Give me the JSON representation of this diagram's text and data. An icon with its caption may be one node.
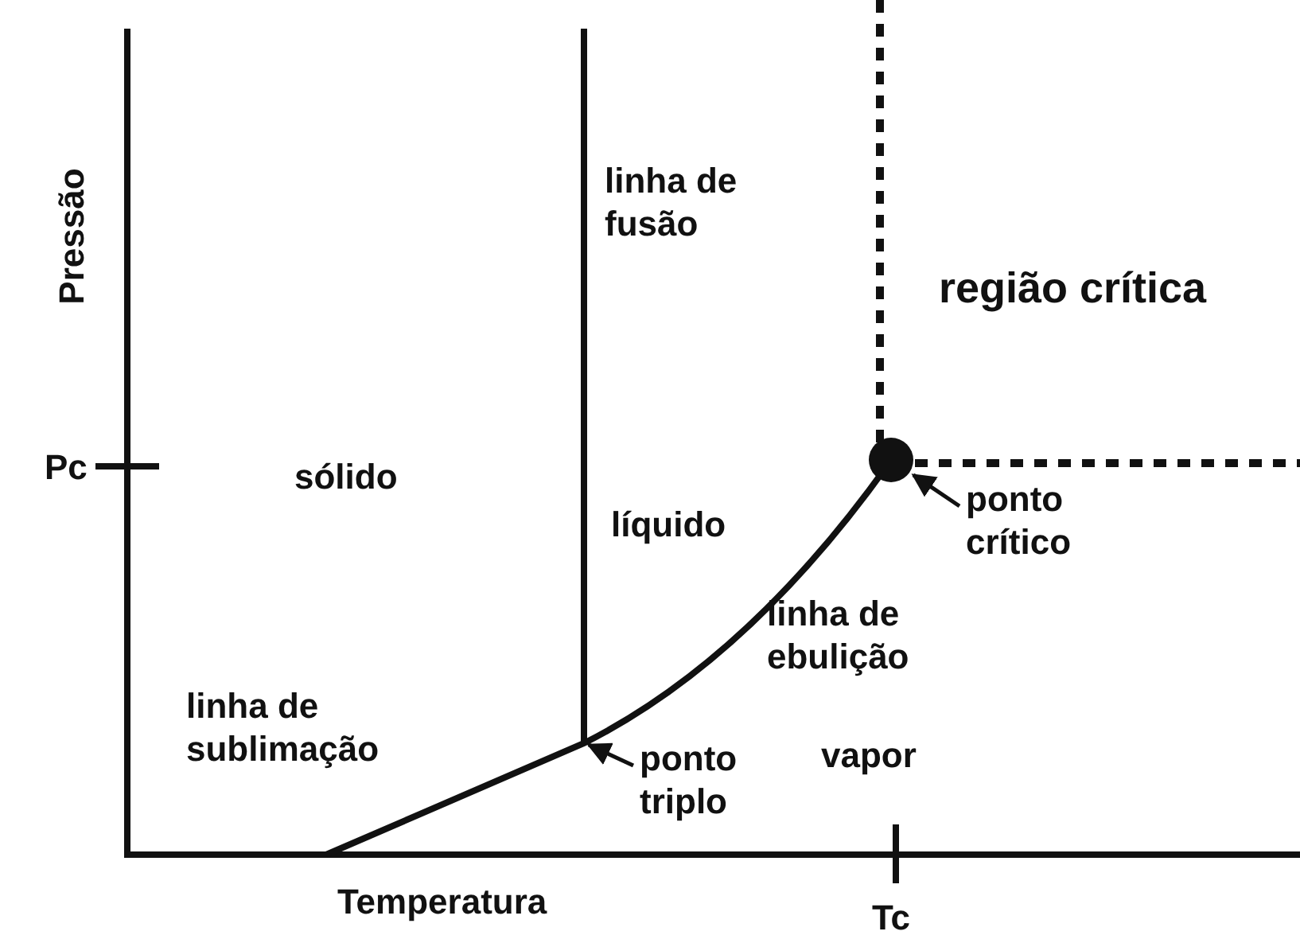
{
  "diagram": {
    "nodes": [
      {
        "text": [
          "ponto triplo"
        ]
      },
      {
        "text": [
          "ponto crítico"
        ]
      },
      {
        "text": [],
        "shape": "circle"
      }
    ],
    "edges": [
      {
        "from": 0,
        "to": null,
        "arrow": "to"
      },
      {
        "from": 1,
        "to": 2,
        "arrow": "to"
      }
    ],
    "labels": [
      "Pressão",
      "linha de fusão",
      "região crítica",
      "Pc",
      "sólido",
      "líquido",
      "linha de ebulição",
      "linha de sublimação",
      "vapor",
      "Temperatura",
      "Tc"
    ]
  }
}
